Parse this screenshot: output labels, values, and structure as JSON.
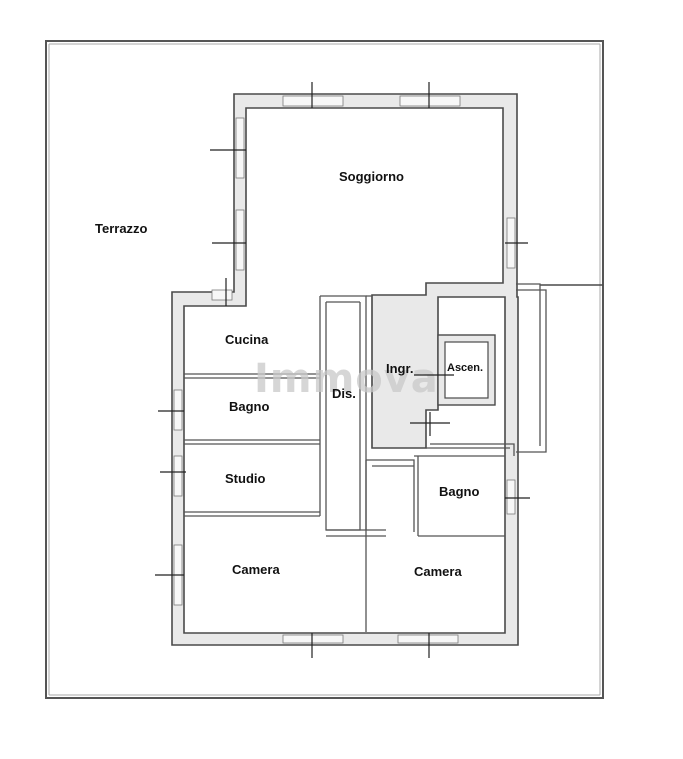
{
  "rooms": {
    "terrazzo": "Terrazzo",
    "soggiorno": "Soggiorno",
    "cucina": "Cucina",
    "bagno_1": "Bagno",
    "studio": "Studio",
    "camera_1": "Camera",
    "dis": "Dis.",
    "ingr": "Ingr.",
    "ascen": "Ascen.",
    "bagno_2": "Bagno",
    "camera_2": "Camera"
  },
  "watermark": "Immova"
}
